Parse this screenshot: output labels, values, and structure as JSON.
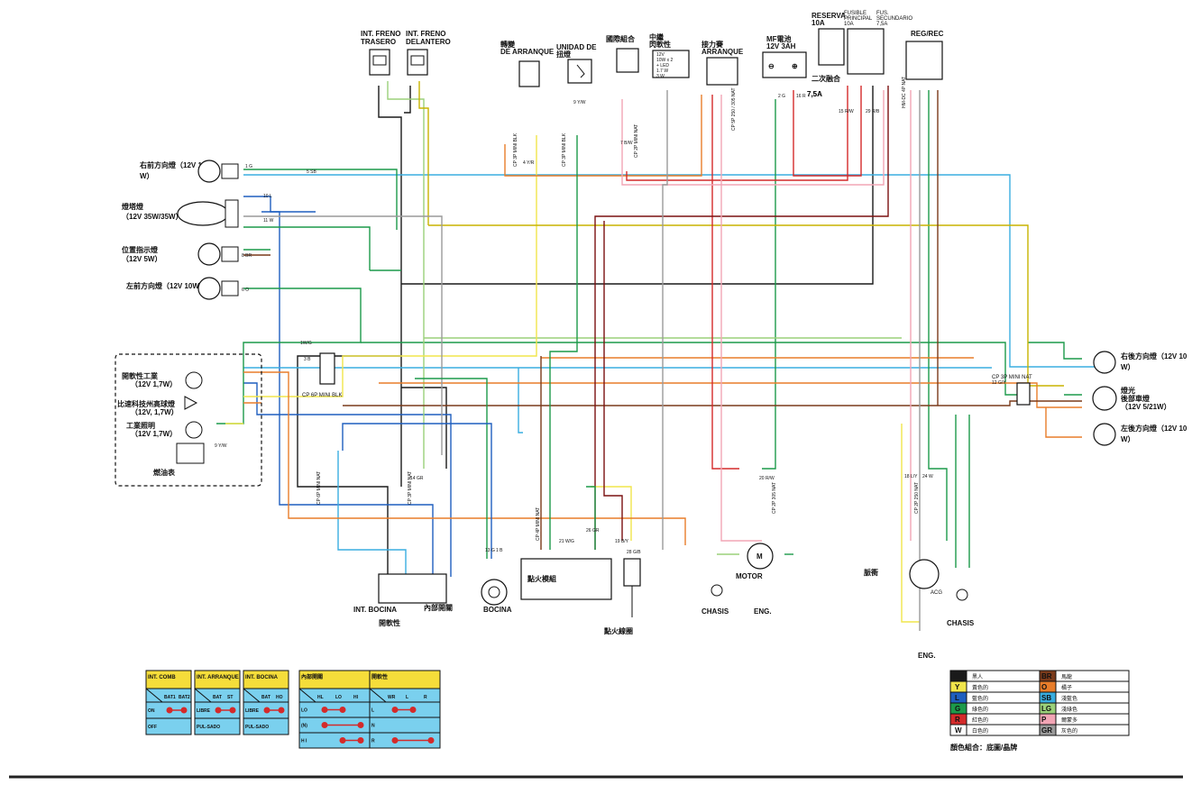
{
  "colors": {
    "black": "#1a1a1a",
    "yellow": "#f1e54b",
    "blue": "#1f5fbf",
    "green": "#1c9a4a",
    "red": "#d42a2a",
    "white": "#ffffff",
    "brown": "#7a3a1a",
    "orange": "#e87d2a",
    "sky_blue": "#3aaee0",
    "light_green": "#9bd17a",
    "pink": "#f2a5b5",
    "gray": "#9a9a9a",
    "yellow_dark": "#c8b400",
    "maroon": "#7a1010",
    "table_fill": "#7ad0ee",
    "table_head": "#f5dd3a"
  },
  "top_components": {
    "int_freno_trasero": [
      "INT. FRENO",
      "TRASERO"
    ],
    "int_freno_delantero": [
      "INT. FRENO",
      "DELANTERO"
    ],
    "rele_arranque": [
      "轉變",
      "DE ARRANQUE"
    ],
    "unidad_de": [
      "UNIDAD DE",
      "扭燈"
    ],
    "combination": "國際組合",
    "relay_flash": [
      "中繼",
      "閃軟性"
    ],
    "relay_spec": [
      "12V",
      "10W x 2",
      "+ LED",
      "1.7 W",
      "3 W"
    ],
    "starter_relay": [
      "接力賽",
      "ARRANQUE"
    ],
    "battery": [
      "MF電池",
      "12V 3AH"
    ],
    "battery_fuse": "7,5A",
    "reserva": [
      "RESERVA",
      "10A"
    ],
    "fusible_principal": [
      "FUSIBLE",
      "PRINCIPAL",
      "10A"
    ],
    "fus_secundario": [
      "FUS.",
      "SECUNDARIO",
      "7,5A"
    ],
    "secondary_fuse": "二次融合",
    "secondary_fuse_value": "7,5A",
    "reg_rec": "REG/REC"
  },
  "left_components": {
    "right_front_turn": [
      "右前方向燈（12V 10",
      "W）"
    ],
    "headlight": [
      "燈塔燈",
      "（12V 35W/35W）"
    ],
    "position_light": [
      "位置指示燈",
      "（12V 5W）"
    ],
    "left_front_turn": "左前方向燈（12V 10W）",
    "indicator_work": [
      "開軟性工業",
      "（12V 1,7W）"
    ],
    "high_beam_indicator": [
      "比速科技州高球燈",
      "（12V, 1,7W）"
    ],
    "work_light": [
      "工業照明",
      "（12V 1,7W）"
    ],
    "fuel_gauge": "燃油表"
  },
  "right_components": {
    "right_rear_turn": [
      "右後方向燈（12V 10",
      "W）"
    ],
    "tail_light": [
      "燈光",
      "後部車燈",
      "（12V 5/21W）"
    ],
    "left_rear_turn": [
      "左後方向燈（12V 10",
      "W）"
    ],
    "cp3p_right": "CP 3P MINI NAT"
  },
  "bottom_components": {
    "int_bocina": "INT. BOCINA",
    "internal_switch": "內部開關",
    "switch_caption": "開軟性",
    "bocina": "BOCINA",
    "ignition_module": "點火模組",
    "ignition_coil": "點火線圈",
    "motor": "MOTOR",
    "motor_m": "M",
    "chasis": "CHASIS",
    "eng": "ENG.",
    "generator": "脈衝",
    "acg": "ACG",
    "chasis2": "CHASIS",
    "eng2": "ENG."
  },
  "connectors": {
    "cp6p": "CP 6P MINI BLK",
    "cp3p_blk": "CP 3P MINI BLK",
    "cp2p_nat": "CP 2P MINI NAT",
    "cp3p_nat": "CP 3P MINI NAT",
    "cp5p_nat": "CP 5P 250 / 305 NAT",
    "cp2p_305": "CP 2P 305 NAT",
    "cp2p_250": "CP 2P 250 NAT",
    "cp6p_nat": "CP 6P MINI NAT",
    "cp4p_nat": "CP 4P MINI NAT",
    "hm4p": "HM-DC 4P NAT",
    "cp3p_nat2": "CP 3P MINI NAT"
  },
  "wire_labels": {
    "l1": "1 G",
    "l2": "5 SB",
    "l3": "10 L",
    "l4": "11 W",
    "l5": "8 BR",
    "l6": "6 O",
    "l7": "3 B",
    "l8": "12 G/Y",
    "l9": "1W/G",
    "l10": "9 Y/W",
    "l11": "2 G",
    "l12": "16 R",
    "l13": "18 L/Y",
    "l14": "24 W",
    "l15": "15 R/W",
    "l16": "29 R/B",
    "l17": "20 R/W",
    "l18": "13 G",
    "l19": "14 GR",
    "l20": "4 Y/R",
    "l21": "21 W/G",
    "l22": "19 B/Y",
    "l23": "26 GR",
    "l24": "28 G/B",
    "l25": "7 B/W",
    "l26": "9 Y/W",
    "l27": "1 B"
  },
  "switch_tables": [
    {
      "title": "INT. COMB",
      "cols": [
        "BAT1",
        "BAT2"
      ],
      "rows": [
        "ON",
        "OFF"
      ]
    },
    {
      "title": "INT. ARRANQUE",
      "cols": [
        "BAT",
        "ST"
      ],
      "rows": [
        "LIBRE",
        "PUL-SADO"
      ]
    },
    {
      "title": "INT. BOCINA",
      "cols": [
        "BAT",
        "HO"
      ],
      "rows": [
        "LIBRE",
        "PUL-SADO"
      ]
    },
    {
      "title": "內部開關",
      "cols": [
        "HL",
        "LO",
        "HI"
      ],
      "rows": [
        "LO",
        "(N)",
        "H I"
      ]
    },
    {
      "title": "開軟性",
      "cols": [
        "WR",
        "L",
        "R"
      ],
      "rows": [
        "L",
        "N",
        "R"
      ]
    }
  ],
  "color_legend": [
    {
      "code": "",
      "name": "黑人",
      "color": "#1a1a1a",
      "code2": "BR",
      "name2": "馬龍",
      "color2": "#7a3a1a"
    },
    {
      "code": "Y",
      "name": "黃色的",
      "color": "#f1e54b",
      "code2": "O",
      "name2": "橘子",
      "color2": "#e87d2a"
    },
    {
      "code": "L",
      "name": "藍色的",
      "color": "#1f5fbf",
      "code2": "SB",
      "name2": "淺藍色",
      "color2": "#3aaee0"
    },
    {
      "code": "G",
      "name": "綠色的",
      "color": "#1c9a4a",
      "code2": "LG",
      "name2": "淺綠色",
      "color2": "#9bd17a"
    },
    {
      "code": "R",
      "name": "紅色的",
      "color": "#d42a2a",
      "code2": "P",
      "name2": "爾蒙多",
      "color2": "#f2a5b5"
    },
    {
      "code": "W",
      "name": "白色的",
      "color": "#ffffff",
      "code2": "GR",
      "name2": "灰色的",
      "color2": "#9a9a9a"
    }
  ],
  "legend_caption": "顏色組合：底圖/晶牌"
}
